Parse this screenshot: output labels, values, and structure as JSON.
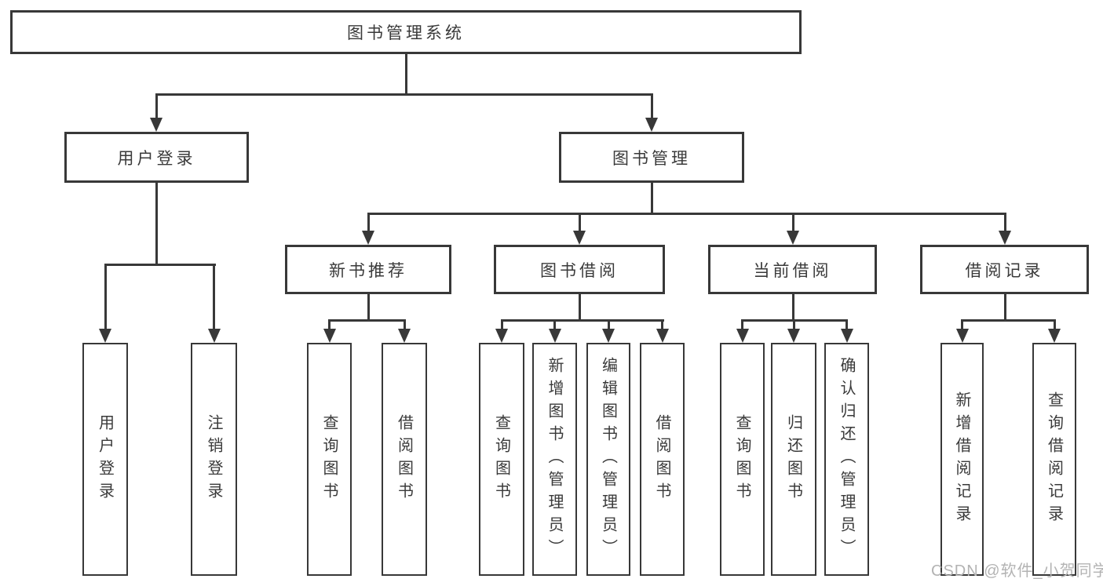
{
  "root": {
    "label": "图书管理系统"
  },
  "level2": {
    "userLogin": {
      "label": "用户登录"
    },
    "bookMgmt": {
      "label": "图书管理"
    }
  },
  "level3": {
    "newBooks": {
      "label": "新书推荐"
    },
    "borrow": {
      "label": "图书借阅"
    },
    "current": {
      "label": "当前借阅"
    },
    "records": {
      "label": "借阅记录"
    }
  },
  "leaves": {
    "userLogin": [
      "用户登录",
      "注销登录"
    ],
    "newBooks": [
      "查询图书",
      "借阅图书"
    ],
    "borrow": [
      "查询图书",
      "新增图书（管理员）",
      "编辑图书（管理员）",
      "借阅图书"
    ],
    "current": [
      "查询图书",
      "归还图书",
      "确认归还（管理员）"
    ],
    "records": [
      "新增借阅记录",
      "查询借阅记录"
    ]
  },
  "watermark": {
    "text": "CSDN @软件_小贺同学"
  },
  "colors": {
    "line": "#383838",
    "text": "#3a3a3a",
    "watermark": "#b3b3b3",
    "background": "#ffffff"
  }
}
